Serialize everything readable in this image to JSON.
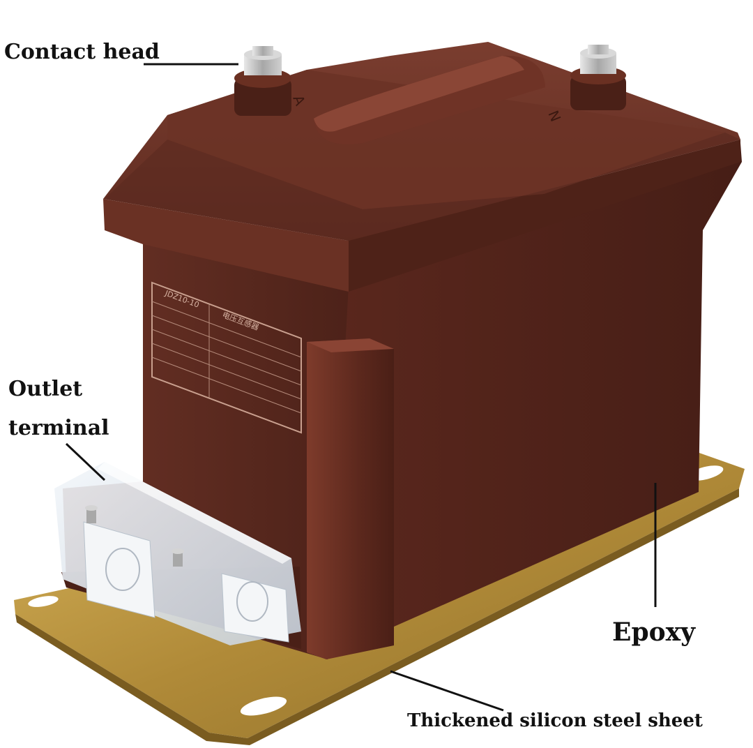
{
  "labels": {
    "contact_head": "Contact head",
    "outlet_terminal_line1": "Outlet",
    "outlet_terminal_line2": "terminal",
    "epoxy": "Epoxy",
    "steel_sheet": "Thickened silicon steel sheet"
  },
  "nameplate": {
    "model": "JDZ10-10",
    "product": "电压互感器"
  },
  "terminal_marks": {
    "left": "A",
    "right": "N"
  },
  "colors": {
    "epoxy_body": "#5c2a20",
    "steel_base": "#b38f3a",
    "terminal_cover": "#dfe6ee",
    "callout_text": "#111111"
  }
}
